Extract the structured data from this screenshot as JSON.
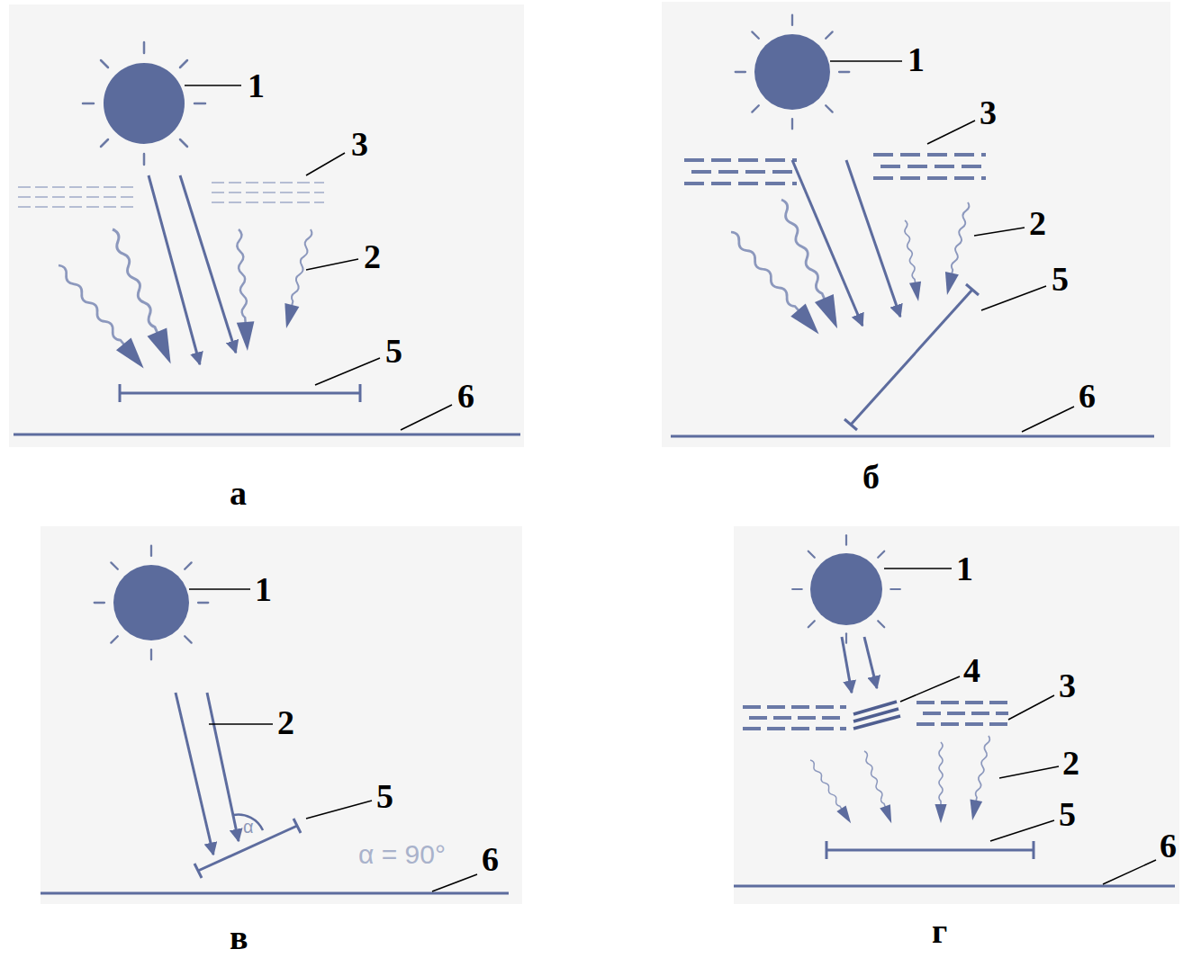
{
  "diagram": {
    "labels": [
      "1",
      "3",
      "2",
      "5",
      "6",
      "а",
      "1",
      "3",
      "2",
      "5",
      "6",
      "б",
      "1",
      "2",
      "5",
      "α",
      "α = 90°",
      "6",
      "в",
      "1",
      "4",
      "3",
      "2",
      "5",
      "6",
      "г"
    ]
  }
}
